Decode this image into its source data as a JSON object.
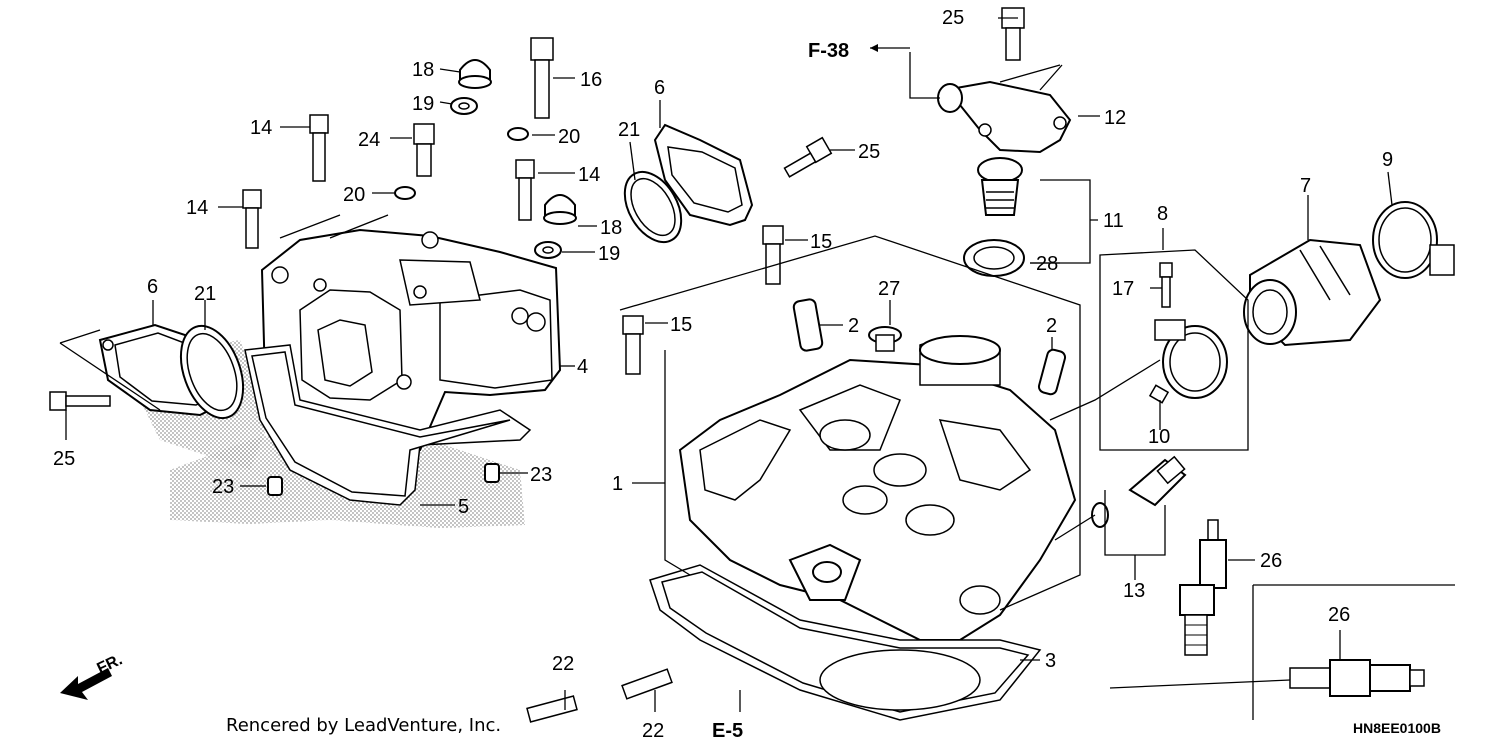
{
  "diagram": {
    "callouts": {
      "c1": "1",
      "c2a": "2",
      "c2b": "2",
      "c3": "3",
      "c4": "4",
      "c5": "5",
      "c6a": "6",
      "c6b": "6",
      "c7": "7",
      "c8": "8",
      "c9": "9",
      "c10": "10",
      "c11": "11",
      "c12": "12",
      "c13": "13",
      "c14a": "14",
      "c14b": "14",
      "c14c": "14",
      "c15a": "15",
      "c15b": "15",
      "c16": "16",
      "c17": "17",
      "c18a": "18",
      "c18b": "18",
      "c19a": "19",
      "c19b": "19",
      "c20a": "20",
      "c20b": "20",
      "c21a": "21",
      "c21b": "21",
      "c22a": "22",
      "c22b": "22",
      "c23a": "23",
      "c23b": "23",
      "c24": "24",
      "c25a": "25",
      "c25b": "25",
      "c25c": "25",
      "c26a": "26",
      "c26b": "26",
      "c27": "27",
      "c28": "28"
    },
    "refs": {
      "f38": "F-38",
      "e5": "E-5"
    },
    "front_label": "FR.",
    "credit": "Rencered by LeadVenture, Inc.",
    "diagram_code": "HN8EE0100B"
  }
}
